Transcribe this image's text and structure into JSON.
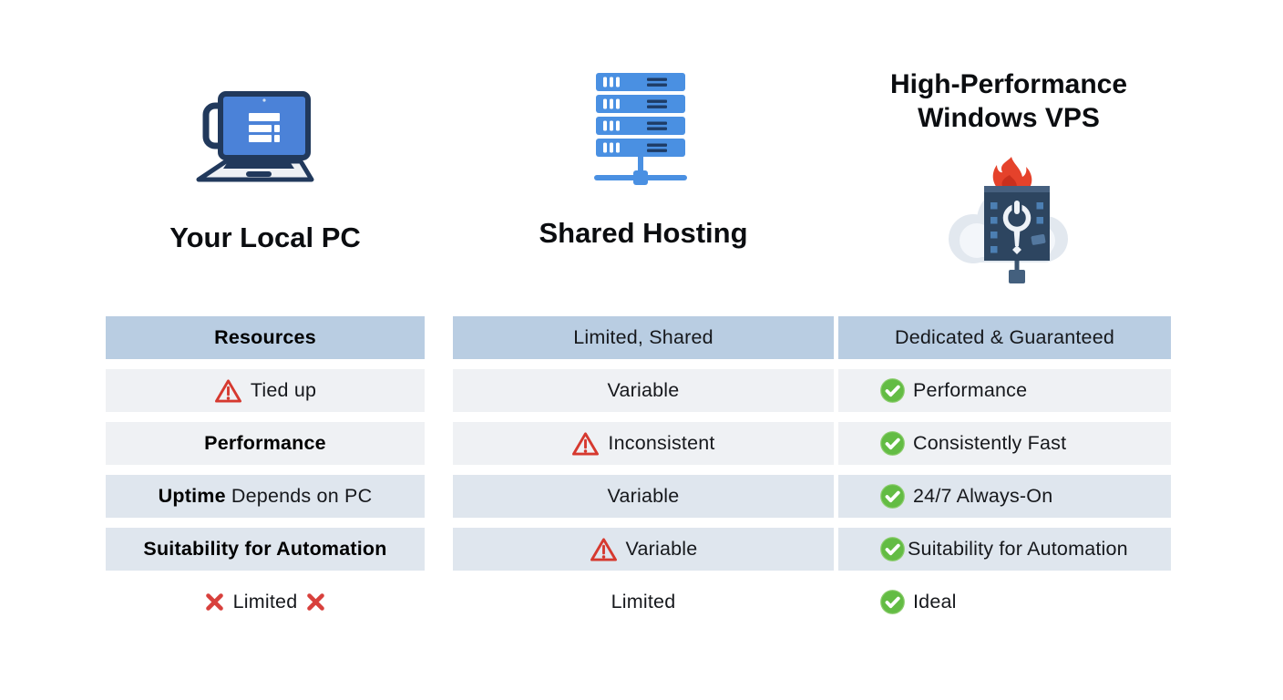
{
  "colors": {
    "header_row": "#b9cde2",
    "light_row": "#eff1f4",
    "blue_row": "#dfe6ee",
    "text": "#16181c",
    "title_text": "#0b0d10",
    "alert_red": "#d6392f",
    "success_green": "#63bc44",
    "brand_blue": "#4a90e2",
    "navy": "#21395c"
  },
  "heroes": [
    {
      "key": "local-pc",
      "title": "Your Local PC",
      "icon": "laptop-icon"
    },
    {
      "key": "shared-hosting",
      "title": "Shared Hosting",
      "icon": "server-stack-icon"
    },
    {
      "key": "windows-vps",
      "title": "High-Performance Windows VPS",
      "icon": "cloud-fire-vps-icon"
    }
  ],
  "table": {
    "columns": [
      {
        "key": "local-pc",
        "cells": [
          {
            "bg": "header",
            "align": "center",
            "icon": null,
            "segments": [
              {
                "text": "Resources",
                "bold": true
              }
            ]
          },
          {
            "bg": "light",
            "align": "center",
            "icon": "warning",
            "segments": [
              {
                "text": "Tied up",
                "bold": false
              }
            ]
          },
          {
            "bg": "light",
            "align": "center",
            "icon": null,
            "segments": [
              {
                "text": "Performance",
                "bold": true
              }
            ]
          },
          {
            "bg": "blue",
            "align": "center",
            "icon": null,
            "segments": [
              {
                "text": "Uptime",
                "bold": true
              },
              {
                "text": " Depends on PC",
                "bold": false
              }
            ]
          },
          {
            "bg": "blue",
            "align": "center",
            "icon": null,
            "segments": [
              {
                "text": "Suitability for Automation",
                "bold": true
              }
            ]
          },
          {
            "bg": "none",
            "align": "center",
            "icon": "cross",
            "icon_after": "cross",
            "segments": [
              {
                "text": "Limited",
                "bold": false
              }
            ]
          }
        ]
      },
      {
        "key": "shared-hosting",
        "cells": [
          {
            "bg": "header",
            "align": "center",
            "icon": null,
            "segments": [
              {
                "text": "Limited, Shared",
                "bold": false
              }
            ]
          },
          {
            "bg": "light",
            "align": "center",
            "icon": null,
            "segments": [
              {
                "text": "Variable",
                "bold": false
              }
            ]
          },
          {
            "bg": "light",
            "align": "center",
            "icon": "warning",
            "segments": [
              {
                "text": "Inconsistent",
                "bold": false
              }
            ]
          },
          {
            "bg": "blue",
            "align": "center",
            "icon": null,
            "segments": [
              {
                "text": "Variable",
                "bold": false
              }
            ]
          },
          {
            "bg": "blue",
            "align": "center",
            "icon": "warning",
            "segments": [
              {
                "text": "Variable",
                "bold": false
              }
            ]
          },
          {
            "bg": "none",
            "align": "center",
            "icon": null,
            "segments": [
              {
                "text": "Limited",
                "bold": false
              }
            ]
          }
        ]
      },
      {
        "key": "windows-vps",
        "cells": [
          {
            "bg": "header",
            "align": "center",
            "icon": null,
            "segments": [
              {
                "text": "Dedicated & Guaranteed",
                "bold": false
              }
            ]
          },
          {
            "bg": "light",
            "align": "left",
            "icon": "check",
            "segments": [
              {
                "text": "Performance",
                "bold": false
              }
            ]
          },
          {
            "bg": "light",
            "align": "left",
            "icon": "check",
            "segments": [
              {
                "text": "Consistently Fast",
                "bold": false
              }
            ]
          },
          {
            "bg": "blue",
            "align": "left",
            "icon": "check",
            "segments": [
              {
                "text": "24/7 Always-On",
                "bold": false
              }
            ]
          },
          {
            "bg": "blue",
            "align": "left",
            "icon": "check",
            "tight": true,
            "segments": [
              {
                "text": "Suitability for Automation",
                "bold": false
              }
            ]
          },
          {
            "bg": "none",
            "align": "left",
            "icon": "check",
            "segments": [
              {
                "text": "Ideal",
                "bold": false
              }
            ]
          }
        ]
      }
    ]
  }
}
